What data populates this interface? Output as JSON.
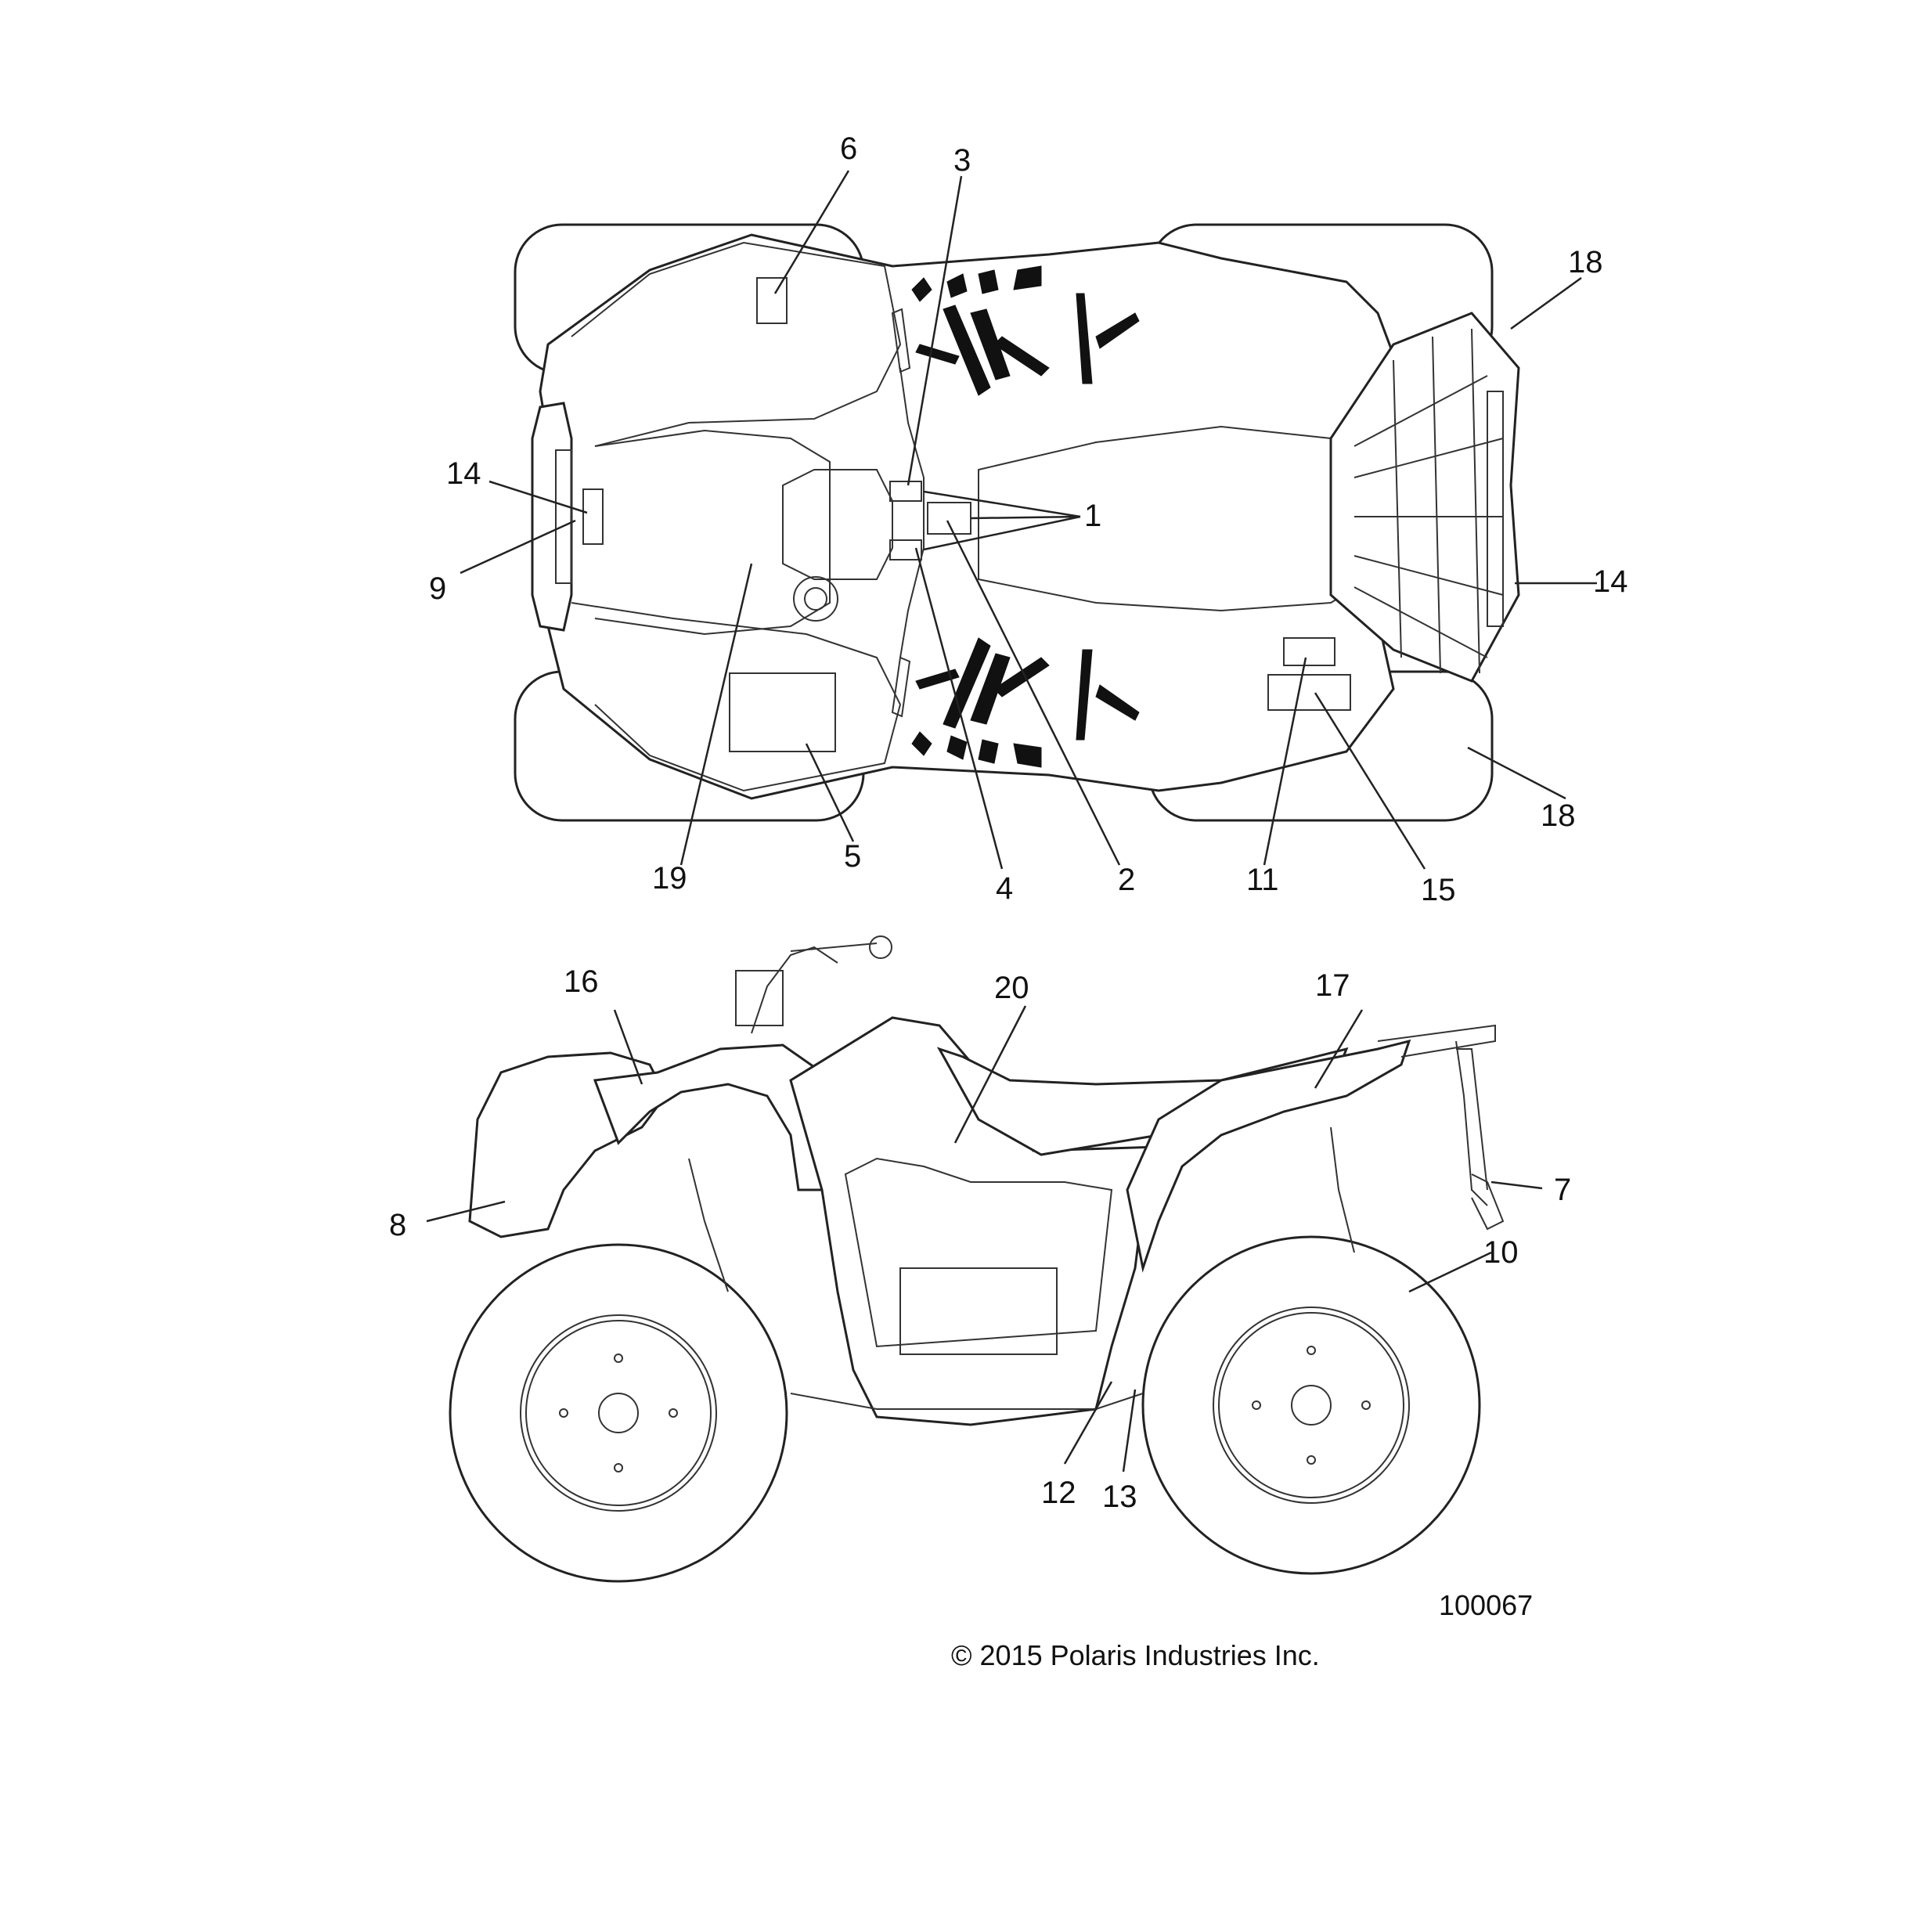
{
  "callouts": {
    "c1": "1",
    "c2": "2",
    "c3": "3",
    "c4": "4",
    "c5": "5",
    "c6": "6",
    "c7": "7",
    "c8": "8",
    "c9": "9",
    "c10": "10",
    "c11": "11",
    "c12": "12",
    "c13": "13",
    "c14a": "14",
    "c14b": "14",
    "c15": "15",
    "c16": "16",
    "c17": "17",
    "c18a": "18",
    "c18b": "18",
    "c19": "19",
    "c20": "20"
  },
  "footer": {
    "drawing_number": "100067",
    "copyright": "© 2015 Polaris Industries Inc."
  }
}
